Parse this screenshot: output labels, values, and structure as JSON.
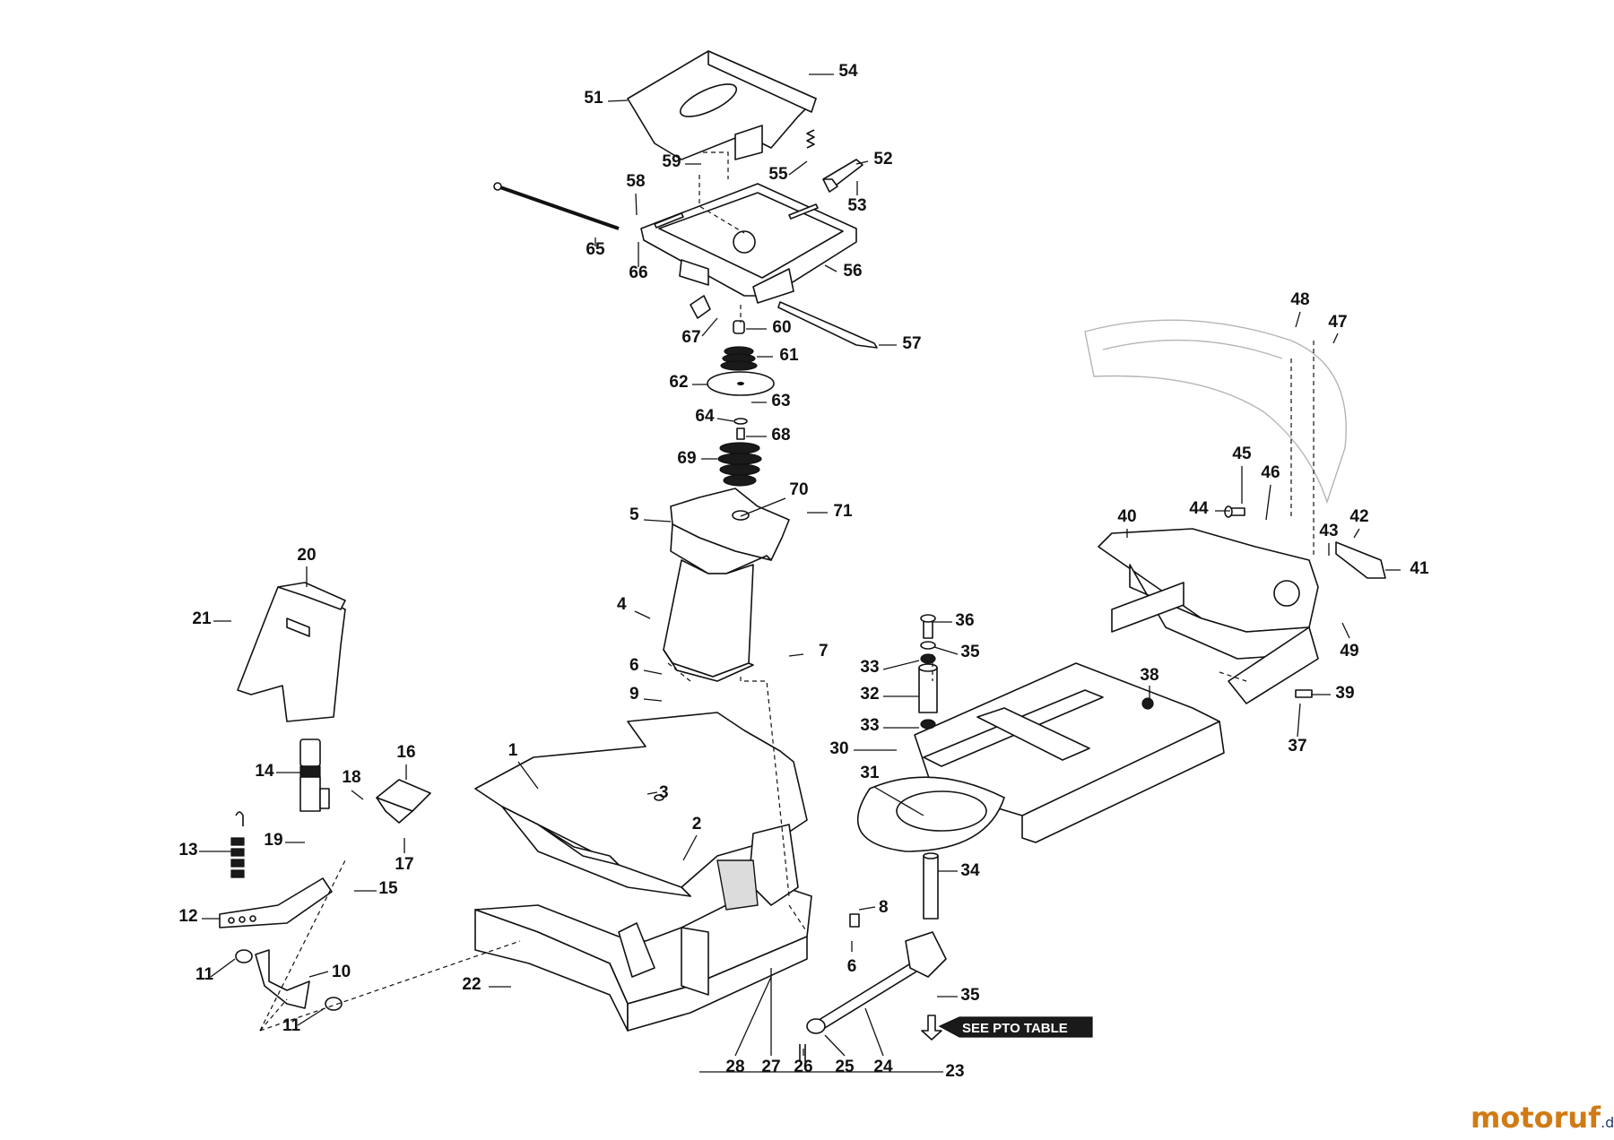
{
  "diagram": {
    "callouts": [
      {
        "n": "1"
      },
      {
        "n": "2"
      },
      {
        "n": "3"
      },
      {
        "n": "4"
      },
      {
        "n": "5"
      },
      {
        "n": "6"
      },
      {
        "n": "6"
      },
      {
        "n": "7"
      },
      {
        "n": "8"
      },
      {
        "n": "9"
      },
      {
        "n": "10"
      },
      {
        "n": "11"
      },
      {
        "n": "11"
      },
      {
        "n": "12"
      },
      {
        "n": "13"
      },
      {
        "n": "14"
      },
      {
        "n": "15"
      },
      {
        "n": "16"
      },
      {
        "n": "17"
      },
      {
        "n": "18"
      },
      {
        "n": "19"
      },
      {
        "n": "20"
      },
      {
        "n": "21"
      },
      {
        "n": "22"
      },
      {
        "n": "23"
      },
      {
        "n": "24"
      },
      {
        "n": "25"
      },
      {
        "n": "26"
      },
      {
        "n": "27"
      },
      {
        "n": "28"
      },
      {
        "n": "30"
      },
      {
        "n": "31"
      },
      {
        "n": "32"
      },
      {
        "n": "33"
      },
      {
        "n": "33"
      },
      {
        "n": "34"
      },
      {
        "n": "35"
      },
      {
        "n": "35"
      },
      {
        "n": "36"
      },
      {
        "n": "37"
      },
      {
        "n": "38"
      },
      {
        "n": "39"
      },
      {
        "n": "40"
      },
      {
        "n": "41"
      },
      {
        "n": "42"
      },
      {
        "n": "43"
      },
      {
        "n": "44"
      },
      {
        "n": "45"
      },
      {
        "n": "46"
      },
      {
        "n": "47"
      },
      {
        "n": "48"
      },
      {
        "n": "49"
      },
      {
        "n": "51"
      },
      {
        "n": "52"
      },
      {
        "n": "53"
      },
      {
        "n": "54"
      },
      {
        "n": "55"
      },
      {
        "n": "56"
      },
      {
        "n": "57"
      },
      {
        "n": "58"
      },
      {
        "n": "59"
      },
      {
        "n": "60"
      },
      {
        "n": "61"
      },
      {
        "n": "62"
      },
      {
        "n": "63"
      },
      {
        "n": "64"
      },
      {
        "n": "65"
      },
      {
        "n": "66"
      },
      {
        "n": "67"
      },
      {
        "n": "68"
      },
      {
        "n": "69"
      },
      {
        "n": "70"
      },
      {
        "n": "71"
      }
    ],
    "reference_label": "SEE PTO TABLE",
    "watermark": {
      "main": "motoruf",
      "tld": ".de",
      "colors": {
        "accent": "#d07b14",
        "brand": "#1f3f6e"
      }
    }
  }
}
